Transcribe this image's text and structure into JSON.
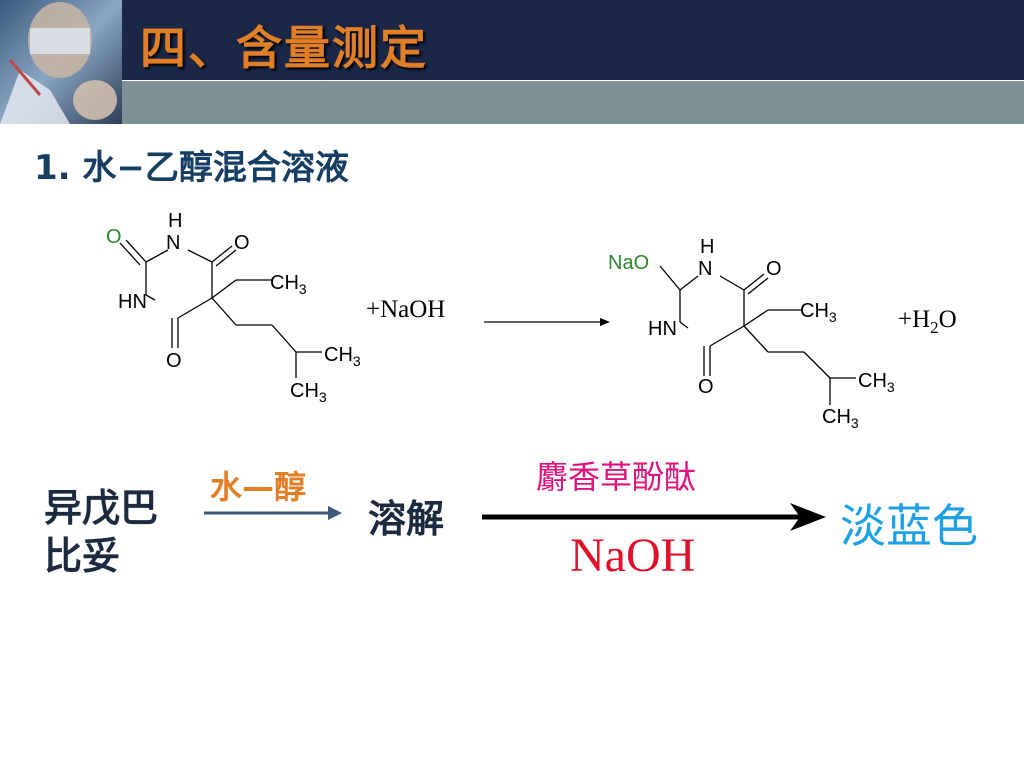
{
  "slide": {
    "title": "四、含量测定",
    "subtitle": "1. 水−乙醇混合溶液"
  },
  "reaction": {
    "reactant_labels": {
      "h_top": "H",
      "n_top": "N",
      "o_left": "O",
      "o_right": "O",
      "hn": "HN",
      "o_bottom": "O",
      "ch3_ethyl": "CH3",
      "ch3_branch1": "CH3",
      "ch3_branch2": "CH3"
    },
    "reagent": "+NaOH",
    "product_labels": {
      "h_top": "H",
      "n_top": "N",
      "nao": "NaO",
      "o_right": "O",
      "hn": "HN",
      "o_bottom": "O",
      "ch3_ethyl": "CH3",
      "ch3_branch1": "CH3",
      "ch3_branch2": "CH3"
    },
    "byproduct": "+H2O"
  },
  "process": {
    "substance": "异戊巴比妥",
    "solvent_label": "水—醇",
    "step": "溶解",
    "indicator": "麝香草酚酞",
    "titrant": "NaOH",
    "result": "淡蓝色"
  },
  "colors": {
    "header": "#1a2747",
    "band": "#7e9296",
    "title": "#e07f28",
    "subtitle": "#163d63",
    "solvent": "#e07f28",
    "indicator": "#e0127d",
    "titrant": "#e0102a",
    "result": "#1ea0e6",
    "green_atom": "#2a8a2a"
  }
}
